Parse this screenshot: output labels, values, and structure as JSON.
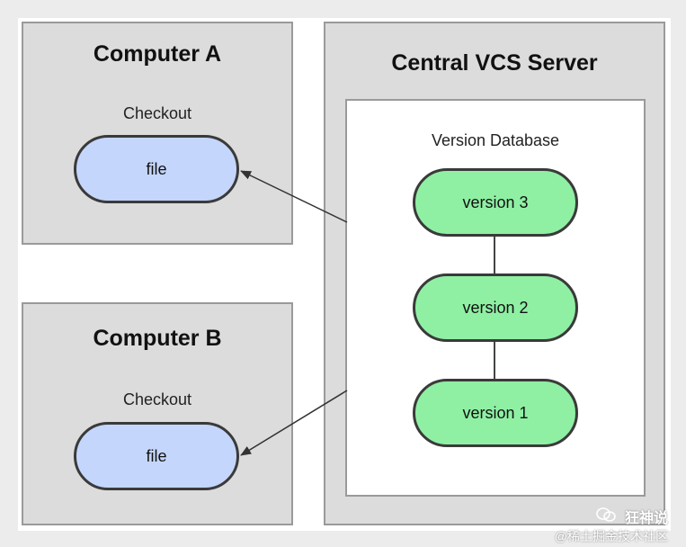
{
  "computer_a": {
    "title": "Computer A",
    "checkout_label": "Checkout",
    "file_label": "file"
  },
  "computer_b": {
    "title": "Computer B",
    "checkout_label": "Checkout",
    "file_label": "file"
  },
  "server": {
    "title": "Central VCS Server",
    "database_label": "Version Database",
    "versions": [
      "version 3",
      "version 2",
      "version 1"
    ]
  },
  "watermark": {
    "line1": "狂神说",
    "line2": "@稀土掘金技术社区"
  },
  "colors": {
    "box_fill": "#dcdcdc",
    "file_fill": "#c4d6fb",
    "version_fill": "#8ff0a4",
    "outline": "#3a3a3a"
  }
}
